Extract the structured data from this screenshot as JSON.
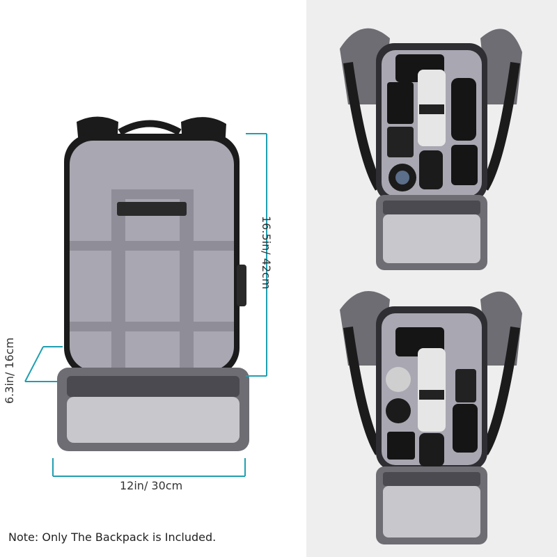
{
  "dimensions": {
    "height": "16.5in/ 42cm",
    "depth": "6.3in/ 16cm",
    "width": "12in/ 30cm"
  },
  "note": "Note: Only The Backpack is Included.",
  "colors": {
    "accent": "#1f9fb0",
    "interior": "#a9a7b1",
    "shell": "#1b1b1b",
    "fabric": "#6d6d73",
    "panel": "#c8c7cc"
  }
}
